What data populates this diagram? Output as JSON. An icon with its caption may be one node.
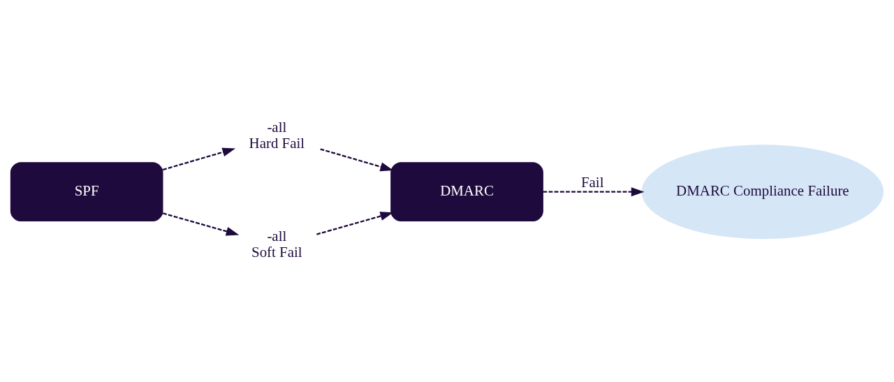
{
  "diagram": {
    "nodes": [
      {
        "text": [
          "SPF"
        ]
      },
      {
        "text": [
          "-all",
          "Hard Fail"
        ]
      },
      {
        "text": [
          "-all",
          "Soft Fail"
        ]
      },
      {
        "text": [
          "DMARC"
        ]
      },
      {
        "text": [
          "DMARC Compliance Failure"
        ]
      }
    ],
    "edges": [
      {
        "from": 0,
        "to": 1,
        "arrow": "to",
        "style": "dashed"
      },
      {
        "from": 0,
        "to": 2,
        "arrow": "to",
        "style": "dashed"
      },
      {
        "from": 1,
        "to": 3,
        "arrow": "to",
        "style": "dashed"
      },
      {
        "from": 2,
        "to": 3,
        "arrow": "to",
        "style": "dashed"
      },
      {
        "from": 3,
        "to": 4,
        "arrow": "to",
        "style": "dashed",
        "label": "Fail"
      }
    ]
  }
}
